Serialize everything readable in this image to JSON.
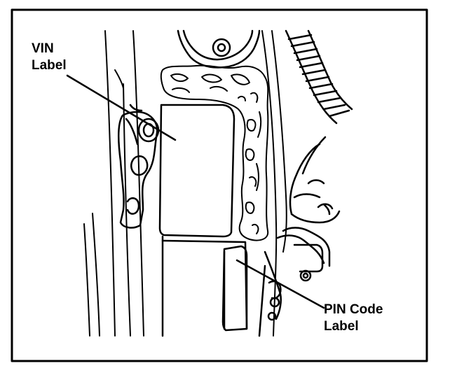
{
  "diagram": {
    "labels": {
      "vin": {
        "line1": "VIN",
        "line2": "Label"
      },
      "pin": {
        "line1": "PIN Code",
        "line2": "Label"
      }
    },
    "colors": {
      "ink": "#000000",
      "paper": "#ffffff"
    }
  }
}
